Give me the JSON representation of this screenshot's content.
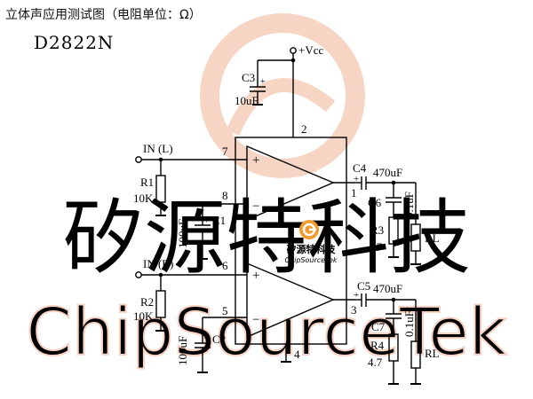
{
  "title": "立体声应用测试图（电阻单位：Ω）",
  "chip": "D2822N",
  "supply_label": "+Vcc",
  "inputs": {
    "left": "IN (L)",
    "right": "IN (R)"
  },
  "pins": {
    "p1": "1",
    "p2": "2",
    "p3": "3",
    "p4": "4",
    "p5": "5",
    "p6": "6",
    "p7": "7",
    "p8": "8"
  },
  "amp_signs": {
    "plus": "+",
    "minus": "−"
  },
  "components": {
    "C3": {
      "ref": "C3",
      "value": "10uF"
    },
    "C1": {
      "ref": "C1",
      "value": "100uF"
    },
    "C2": {
      "ref": "C2",
      "value": "100uF"
    },
    "C4": {
      "ref": "C4",
      "value": "470uF"
    },
    "C5": {
      "ref": "C5",
      "value": "470uF"
    },
    "C6": {
      "ref": "C6",
      "value": "0.1uF"
    },
    "C7": {
      "ref": "C7",
      "value": "0.1uF"
    },
    "R1": {
      "ref": "R1",
      "value": "10K"
    },
    "R2": {
      "ref": "R2",
      "value": "10K"
    },
    "R3": {
      "ref": "R3",
      "value": "4.7"
    },
    "R4": {
      "ref": "R4",
      "value": "4.7"
    },
    "RL1": {
      "ref": "RL"
    },
    "RL2": {
      "ref": "RL"
    }
  },
  "watermark": {
    "big_text": "矽源特科技",
    "latin_text": "ChipSourceTek",
    "logo_cn": "矽源特科技",
    "logo_en": "ChipSourceTek",
    "color": "#f4c9b6",
    "logo_red": "#d9473a",
    "logo_orange": "#f29a2e"
  },
  "colors": {
    "line": "#000000",
    "background": "#ffffff"
  }
}
